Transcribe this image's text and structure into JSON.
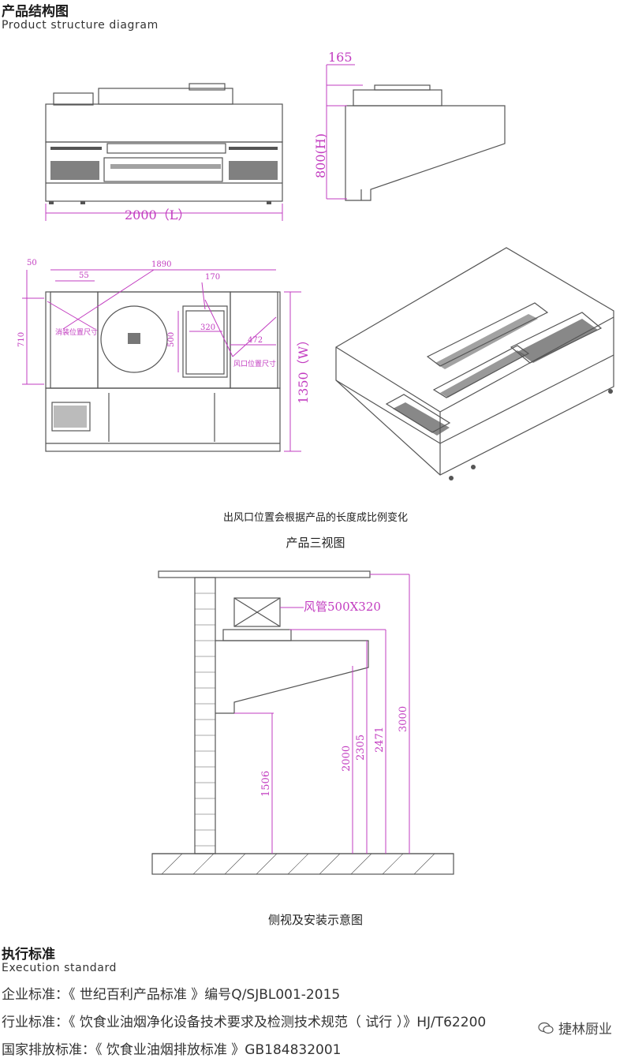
{
  "header": {
    "title": "产品结构图",
    "subtitle": "Product structure diagram"
  },
  "front_view": {
    "length_label": "2000（L）"
  },
  "side_view": {
    "top_dim": "165",
    "height_dim": "800(H)"
  },
  "top_view": {
    "dim_50": "50",
    "dim_1890": "1890",
    "dim_55": "55",
    "dim_170": "170",
    "dim_710": "710",
    "dim_500": "500",
    "dim_320": "320",
    "dim_472": "472",
    "dim_1350": "1350（W）",
    "label_install": "消装位置尺寸",
    "label_outlet": "风口位置尺寸"
  },
  "notes": {
    "outlet_note": "出风口位置会根据产品的长度成比例变化",
    "three_view_caption": "产品三视图"
  },
  "install_view": {
    "duct_label": "风管500X320",
    "dims": [
      "1506",
      "2000",
      "2305",
      "2471",
      "3000"
    ],
    "caption": "侧视及安装示意图"
  },
  "standard": {
    "title": "执行标准",
    "subtitle": "Execution standard",
    "lines": [
      "企业标准：《 世纪百利产品标准 》编号Q/SJBL001-2015",
      "行业标准：《 饮食业油烟净化设备技术要求及检测技术规范（ 试行 ）》HJ/T62200",
      "国家排放标准：《 饮食业油烟排放标准 》GB184832001"
    ]
  },
  "watermark": {
    "text": "捷林厨业"
  },
  "colors": {
    "line": "#555555",
    "dimension": "#c23cc0"
  }
}
